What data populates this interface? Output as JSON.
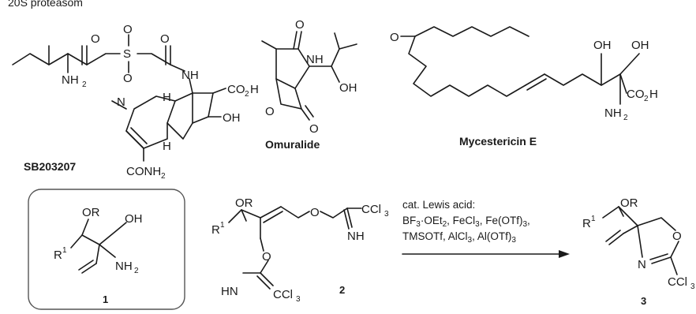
{
  "header_fragment": "20S proteasom",
  "compounds": {
    "sb203207": {
      "name": "SB203207",
      "labels": {
        "o1": "O",
        "o2": "O",
        "s": "S",
        "so1": "O",
        "so2": "O",
        "o3": "O",
        "nh": "NH",
        "nh2": "NH",
        "nh2_sub": "2",
        "h1": "H",
        "h2": "H",
        "co2h": "CO",
        "co2h_sub": "2",
        "co2h_end": "H",
        "oh": "OH",
        "n": "N",
        "conh2": "CONH",
        "conh2_sub": "2"
      }
    },
    "omuralide": {
      "name": "Omuralide",
      "labels": {
        "o1": "O",
        "nh": "NH",
        "o2": "O",
        "o3": "O",
        "oh": "OH"
      }
    },
    "mycestericin": {
      "name": "Mycestericin E",
      "labels": {
        "o": "O",
        "oh1": "OH",
        "oh2": "OH",
        "nh2": "NH",
        "nh2_sub": "2",
        "co2h": "CO",
        "co2h_sub": "2",
        "co2h_end": "H"
      }
    },
    "c1": {
      "number": "1",
      "labels": {
        "or": "OR",
        "oh": "OH",
        "r1": "R",
        "r1_sup": "1",
        "nh2": "NH",
        "nh2_sub": "2"
      }
    },
    "c2": {
      "number": "2",
      "labels": {
        "or": "OR",
        "r1": "R",
        "r1_sup": "1",
        "o1": "O",
        "ccl3a": "CCl",
        "ccl3a_sub": "3",
        "nh": "NH",
        "o2": "O",
        "hn": "HN",
        "ccl3b": "CCl",
        "ccl3b_sub": "3"
      }
    },
    "c3": {
      "number": "3",
      "labels": {
        "or": "OR",
        "r1": "R",
        "r1_sup": "1",
        "o": "O",
        "n": "N",
        "ccl3": "CCl",
        "ccl3_sub": "3"
      }
    }
  },
  "conditions": {
    "line1": "cat. Lewis acid:",
    "line2": "BF",
    "line2_sub": "3",
    "line2_rest": "·OEt",
    "line2_sub2": "2",
    "line2_rest2": ", FeCl",
    "line2_sub3": "3",
    "line2_rest3": ", Fe(OTf)",
    "line2_sub4": "3",
    "line2_end": ",",
    "line3": "TMSOTf, AlCl",
    "line3_sub": "3",
    "line3_rest": ", Al(OTf)",
    "line3_sub2": "3"
  }
}
